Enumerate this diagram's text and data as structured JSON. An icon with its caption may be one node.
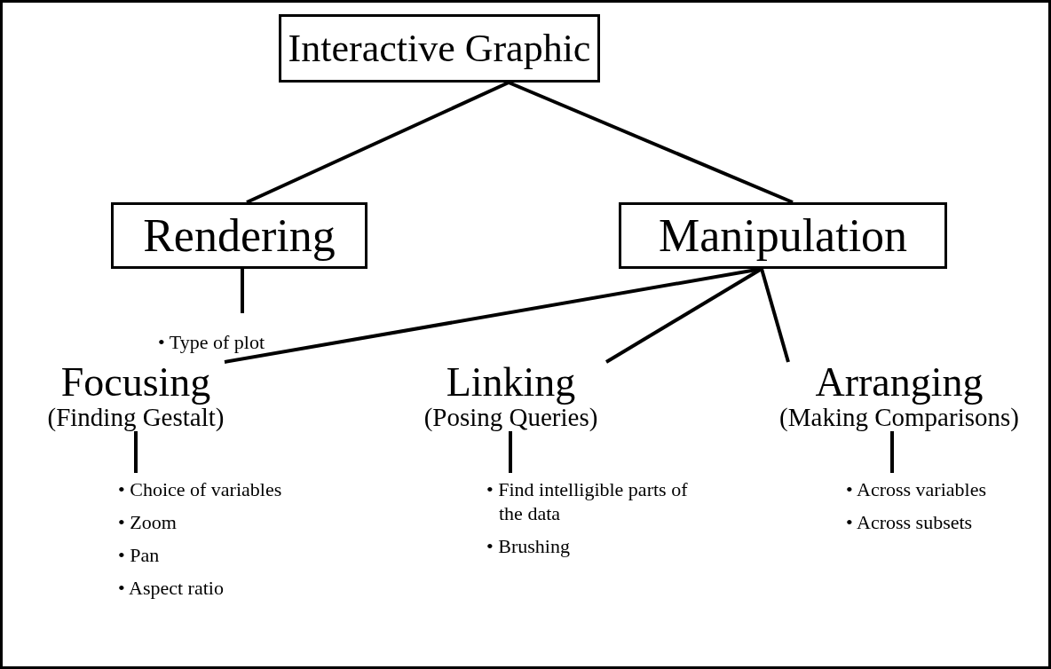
{
  "diagram": {
    "nodes": [
      {
        "text": [
          "Interactive Graphic"
        ]
      },
      {
        "text": [
          "Rendering"
        ]
      },
      {
        "text": [
          "Manipulation"
        ]
      },
      {
        "text": [
          "• Type of plot"
        ]
      },
      {
        "text": [
          "Focusing",
          "(Finding Gestalt)"
        ]
      },
      {
        "text": [
          "Linking",
          "(Posing Queries)"
        ]
      },
      {
        "text": [
          "Arranging",
          "(Making Comparisons)"
        ]
      },
      {
        "text": [
          "• Choice of variables",
          "• Zoom",
          "• Pan",
          "• Aspect ratio"
        ]
      },
      {
        "text": [
          "• Find intelligible parts of the data",
          "• Brushing"
        ]
      },
      {
        "text": [
          "• Across variables",
          "• Across subsets"
        ]
      }
    ],
    "edges": [
      {
        "from": 0,
        "to": 1,
        "arrow": "none"
      },
      {
        "from": 0,
        "to": 2,
        "arrow": "none"
      },
      {
        "from": 1,
        "to": 3,
        "arrow": "none"
      },
      {
        "from": 2,
        "to": 4,
        "arrow": "none"
      },
      {
        "from": 2,
        "to": 5,
        "arrow": "none"
      },
      {
        "from": 2,
        "to": 6,
        "arrow": "none"
      },
      {
        "from": 4,
        "to": 7,
        "arrow": "none"
      },
      {
        "from": 5,
        "to": 8,
        "arrow": "none"
      },
      {
        "from": 6,
        "to": 9,
        "arrow": "none"
      }
    ]
  }
}
